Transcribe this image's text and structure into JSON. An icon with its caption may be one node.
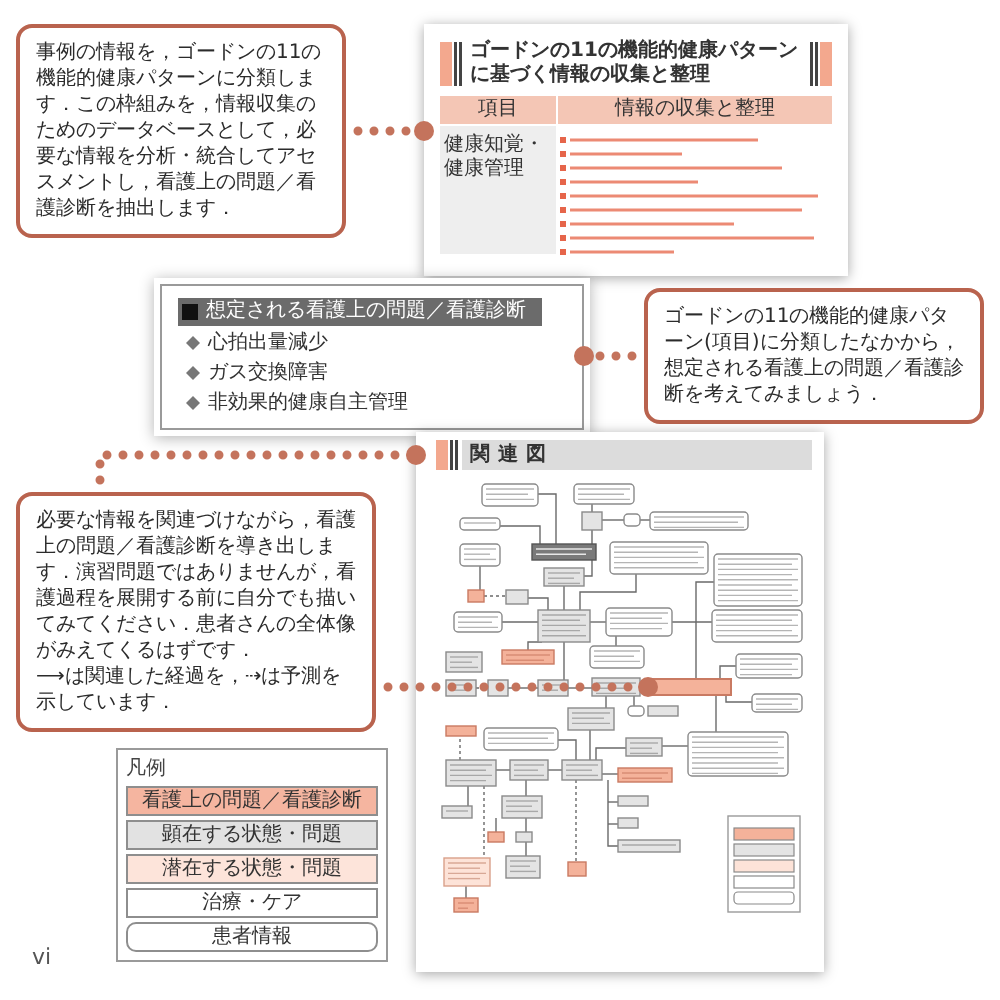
{
  "diagram": {
    "nodes": [
      {
        "text": [
          "事例の情報を，ゴードンの11の機能的健康パターンに分類します．この枠組みを，情報収集のためのデータベースとして，必要な情報を分析・統合してアセスメントし，看護上の問題／看護診断を抽出します．"
        ]
      },
      {
        "text": [
          "ゴードンの11の機能的健康パターンに基づく情報の収集と整理",
          "項目",
          "情報の収集と整理",
          "健康知覚・健康管理"
        ]
      },
      {
        "text": [
          "想定される看護上の問題／看護診断",
          "心拍出量減少",
          "ガス交換障害",
          "非効果的健康自主管理"
        ]
      },
      {
        "text": [
          "ゴードンの11の機能的健康パターン(項目)に分類したなかから，想定される看護上の問題／看護診断を考えてみましょう．"
        ]
      },
      {
        "text": [
          "関連図"
        ]
      },
      {
        "text": [],
        "shape": "box",
        "in": 4
      },
      {
        "text": [
          "必要な情報を関連づけながら，看護上の問題／看護診断を導き出します．演習問題ではありませんが，看護過程を展開する前に自分でも描いてみてください．患者さんの全体像がみえてくるはずです．",
          "⟶は関連した経過を，⇢は予測を示しています．"
        ]
      }
    ],
    "edges": [
      {
        "from": 0,
        "to": 1,
        "arrow": "other",
        "style": "dashed"
      },
      {
        "from": 3,
        "to": 2,
        "arrow": "other",
        "style": "dashed"
      },
      {
        "from": 6,
        "to": 4,
        "arrow": "other",
        "style": "dashed"
      },
      {
        "from": 6,
        "to": 5,
        "arrow": "other",
        "style": "dashed"
      }
    ],
    "labels": [
      "凡例",
      "vi"
    ],
    "legend": [
      {
        "text": "看護上の問題／看護診断",
        "color": "#f5b5a0"
      },
      {
        "text": "顕在する状態・問題",
        "color": "#e2e2e2"
      },
      {
        "text": "潜在する状態・問題",
        "color": "#fde4da"
      },
      {
        "text": "治療・ケア",
        "color": "#ffffff"
      },
      {
        "text": "患者情報"
      }
    ]
  }
}
